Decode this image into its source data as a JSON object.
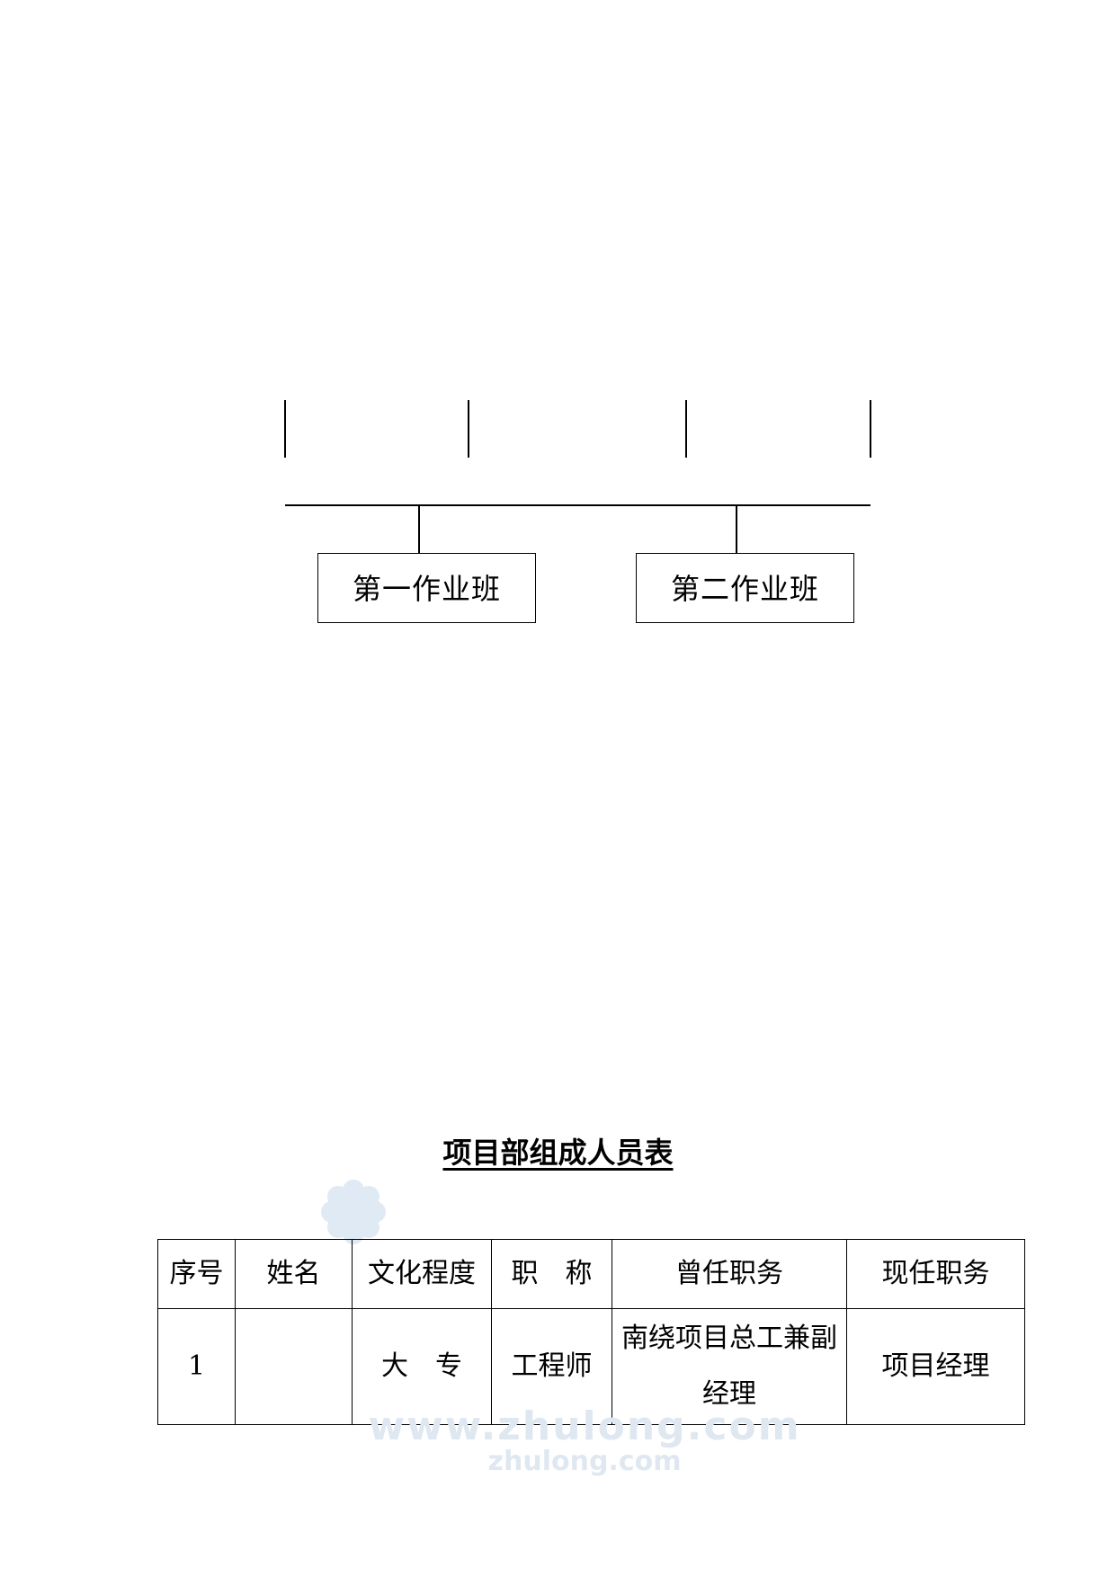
{
  "org_chart": {
    "teams": [
      "第一作业班",
      "第二作业班"
    ]
  },
  "document": {
    "title": "项目部组成人员表"
  },
  "table": {
    "headers": [
      "序号",
      "姓名",
      "文化程度",
      "职　称",
      "曾任职务",
      "现任职务"
    ],
    "rows": [
      [
        "1",
        "",
        "大　专",
        "工程师",
        "南绕项目总工兼副经理",
        "项目经理"
      ]
    ]
  },
  "watermark": {
    "text": "www.zhulong.com",
    "brand": "zhulong.com"
  }
}
